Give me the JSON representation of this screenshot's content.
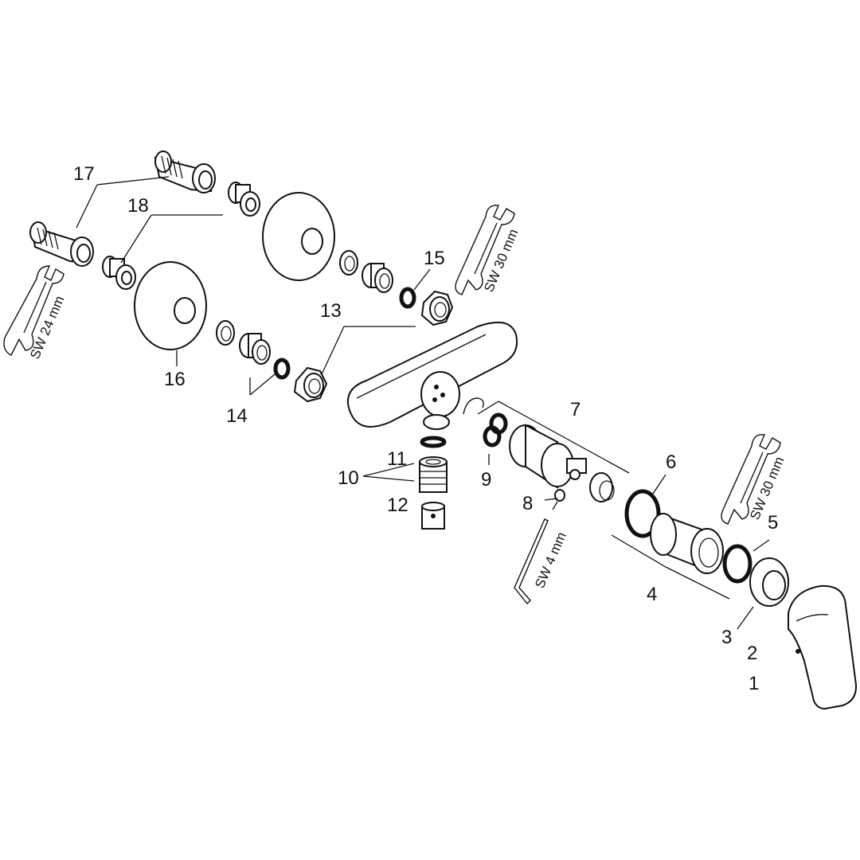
{
  "part_numbers": {
    "n1": "1",
    "n2": "2",
    "n3": "3",
    "n4": "4",
    "n5": "5",
    "n6": "6",
    "n7": "7",
    "n8": "8",
    "n9": "9",
    "n10": "10",
    "n11": "11",
    "n12": "12",
    "n13": "13",
    "n14": "14",
    "n15": "15",
    "n16": "16",
    "n17": "17",
    "n18": "18"
  },
  "tool_labels": {
    "wrench_24": "SW 24 mm",
    "wrench_30_top": "SW 30 mm",
    "wrench_30_right": "SW 30 mm",
    "hex_key_4": "SW 4 mm"
  }
}
